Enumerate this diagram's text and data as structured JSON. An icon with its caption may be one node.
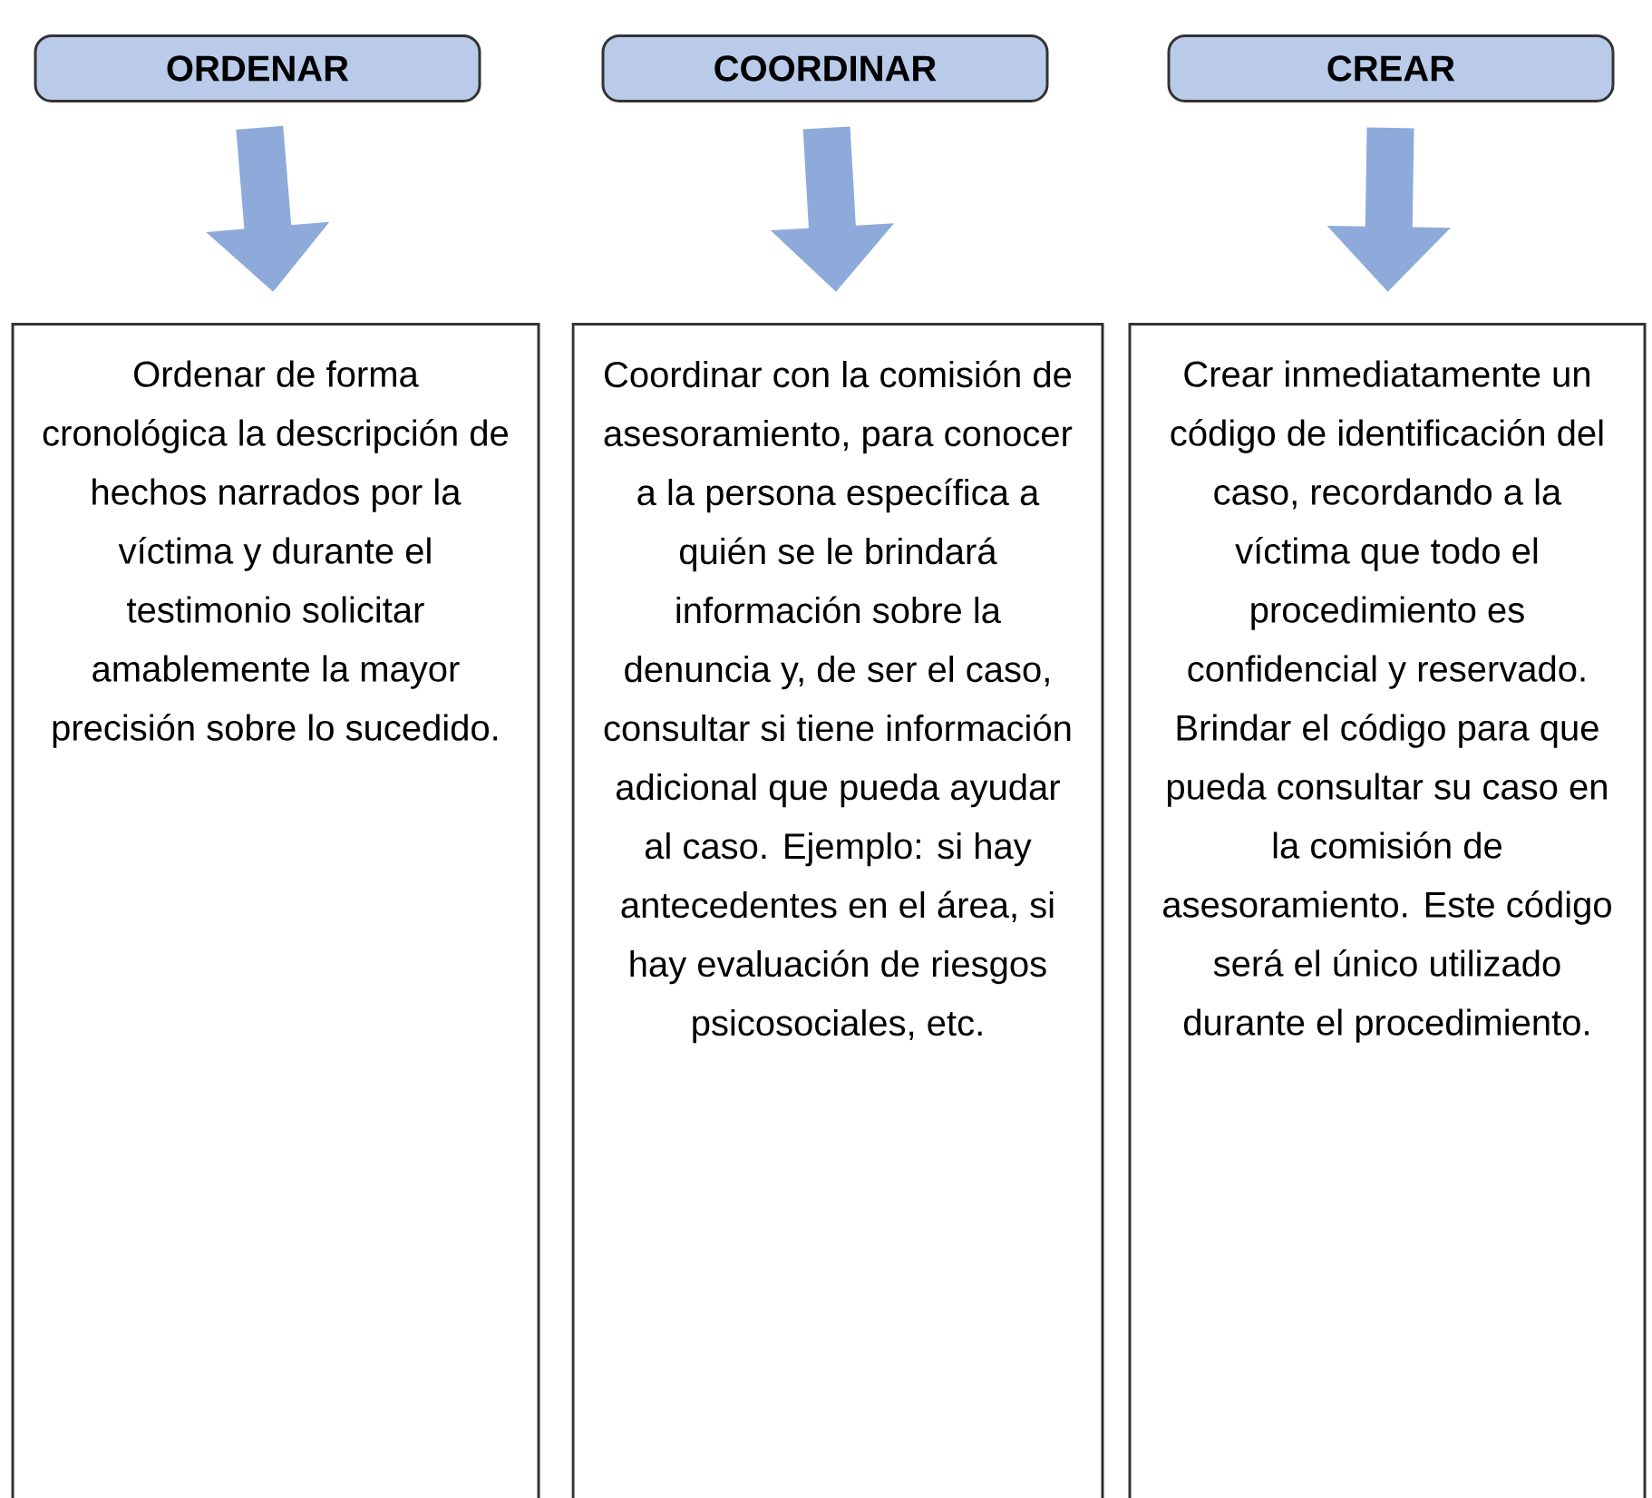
{
  "diagram": {
    "nodes": [
      {
        "text": [
          "ORDENAR"
        ]
      },
      {
        "text": [
          "COORDINAR"
        ]
      },
      {
        "text": [
          "CREAR"
        ]
      },
      {
        "text": [
          "Ordenar de forma cronológica la descripción de hechos narrados por la víctima y durante el testimonio solicitar amablemente la mayor precisión sobre lo sucedido."
        ]
      },
      {
        "text": [
          "Coordinar con la comisión de asesoramiento, para conocer a la persona específica a quién se le brindará información sobre la denuncia y, de ser el caso, consultar si tiene información adicional que pueda ayudar al caso. Ejemplo: si hay antecedentes en el área, si hay evaluación de riesgos psicosociales, etc."
        ]
      },
      {
        "text": [
          "Crear inmediatamente un código de identificación del caso, recordando a la víctima que todo el procedimiento es confidencial y reservado. Brindar el código para que pueda consultar su caso en la comisión de asesoramiento. Este código será el único utilizado durante el procedimiento."
        ]
      }
    ],
    "edges": [
      {
        "from": 0,
        "to": 3,
        "arrow": "to"
      },
      {
        "from": 1,
        "to": 4,
        "arrow": "to"
      },
      {
        "from": 2,
        "to": 5,
        "arrow": "to"
      }
    ]
  }
}
